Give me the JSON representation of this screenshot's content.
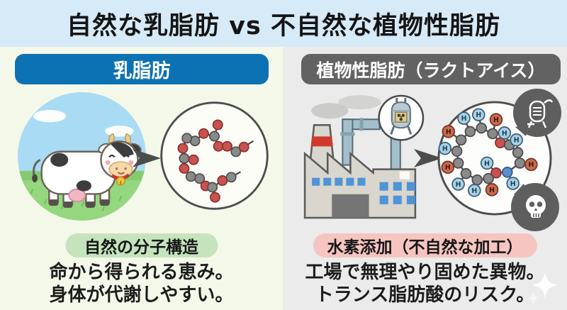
{
  "title": "自然な乳脂肪 vs 不自然な植物性脂肪",
  "left_panel": {
    "header_label": "乳脂肪",
    "badge_label": "自然の分子構造",
    "description": [
      "命から得られる恵み。",
      "身体が代謝しやすい。"
    ]
  },
  "right_panel": {
    "header_label": "植物性脂肪（ラクトアイス）",
    "badge_label": "水素添加（不自然な加工）",
    "description": [
      "工場で無理やり固めた異物。",
      "トランス脂肪酸のリスク。"
    ]
  },
  "colors": {
    "title_bg": "#d6eaf7",
    "left_panel_bg": "#f4f8e9",
    "right_panel_bg": "#ebebeb",
    "left_header_bg": "#0d72b4",
    "right_header_bg": "#626262",
    "left_badge_bg": "#c5e4bd",
    "right_badge_bg": "#f6c5c1",
    "text": "#1c1c1c"
  },
  "molecules": {
    "h_label": "H",
    "left": {
      "atoms": [
        [
          90,
          39,
          "o"
        ],
        [
          85,
          56,
          "c"
        ],
        [
          69,
          52,
          "o"
        ],
        [
          91,
          71,
          "o"
        ],
        [
          104,
          71,
          "o"
        ],
        [
          117,
          79,
          "c"
        ],
        [
          129,
          72,
          "o"
        ],
        [
          56,
          63,
          "c"
        ],
        [
          44,
          59,
          "c"
        ],
        [
          38,
          74,
          "o"
        ],
        [
          40,
          89,
          "c"
        ],
        [
          54,
          91,
          "o"
        ],
        [
          40,
          104,
          "o"
        ],
        [
          50,
          116,
          "c"
        ],
        [
          63,
          119,
          "c"
        ],
        [
          72,
          130,
          "o"
        ],
        [
          82,
          132,
          "c"
        ],
        [
          86,
          147,
          "o"
        ],
        [
          97,
          122,
          "o"
        ],
        [
          110,
          117,
          "c"
        ]
      ],
      "bonds": [
        [
          0,
          1
        ],
        [
          1,
          2
        ],
        [
          1,
          3
        ],
        [
          3,
          4
        ],
        [
          4,
          5
        ],
        [
          5,
          6
        ],
        [
          2,
          7
        ],
        [
          7,
          8
        ],
        [
          8,
          9
        ],
        [
          9,
          10
        ],
        [
          10,
          11
        ],
        [
          10,
          12
        ],
        [
          12,
          13
        ],
        [
          13,
          14
        ],
        [
          14,
          15
        ],
        [
          15,
          16
        ],
        [
          16,
          17
        ],
        [
          16,
          18
        ],
        [
          18,
          19
        ]
      ],
      "sticks": [
        [
          129,
          72,
          143,
          63
        ],
        [
          110,
          117,
          124,
          109
        ]
      ]
    },
    "right": {
      "atoms": [
        [
          50,
          47,
          "c"
        ],
        [
          66,
          42,
          "c"
        ],
        [
          82,
          50,
          "c"
        ],
        [
          93,
          63,
          "o"
        ],
        [
          106,
          66,
          "c"
        ],
        [
          118,
          77,
          "c"
        ],
        [
          121,
          92,
          "c"
        ],
        [
          103,
          105,
          "n"
        ],
        [
          87,
          106,
          "o"
        ],
        [
          37,
          59,
          "c"
        ],
        [
          31,
          75,
          "c"
        ],
        [
          33,
          92,
          "c"
        ],
        [
          44,
          107,
          "c"
        ],
        [
          60,
          116,
          "c"
        ],
        [
          76,
          114,
          "c"
        ],
        [
          41,
          28,
          "hb"
        ],
        [
          62,
          23,
          "hb"
        ],
        [
          87,
          30,
          "hr"
        ],
        [
          99,
          49,
          "hb"
        ],
        [
          116,
          59,
          "hb"
        ],
        [
          137,
          94,
          "hr"
        ],
        [
          111,
          121,
          "hb"
        ],
        [
          74,
          92,
          "hb"
        ],
        [
          19,
          47,
          "hr"
        ],
        [
          14,
          71,
          "hb"
        ],
        [
          18,
          98,
          "hr"
        ],
        [
          33,
          122,
          "hb"
        ],
        [
          56,
          131,
          "hb"
        ],
        [
          81,
          130,
          "hr"
        ]
      ],
      "bonds": [
        [
          0,
          1
        ],
        [
          1,
          2
        ],
        [
          2,
          3
        ],
        [
          3,
          4
        ],
        [
          4,
          5
        ],
        [
          5,
          6
        ],
        [
          6,
          7
        ],
        [
          7,
          8
        ],
        [
          7,
          21
        ],
        [
          8,
          22
        ],
        [
          6,
          20
        ],
        [
          0,
          9
        ],
        [
          9,
          10
        ],
        [
          10,
          11
        ],
        [
          11,
          12
        ],
        [
          12,
          13
        ],
        [
          13,
          14
        ],
        [
          14,
          8
        ],
        [
          0,
          15
        ],
        [
          1,
          16
        ],
        [
          2,
          17
        ],
        [
          4,
          18
        ],
        [
          5,
          19
        ],
        [
          9,
          23
        ],
        [
          10,
          24
        ],
        [
          11,
          25
        ],
        [
          12,
          26
        ],
        [
          13,
          27
        ],
        [
          14,
          28
        ]
      ],
      "sticks": []
    }
  }
}
